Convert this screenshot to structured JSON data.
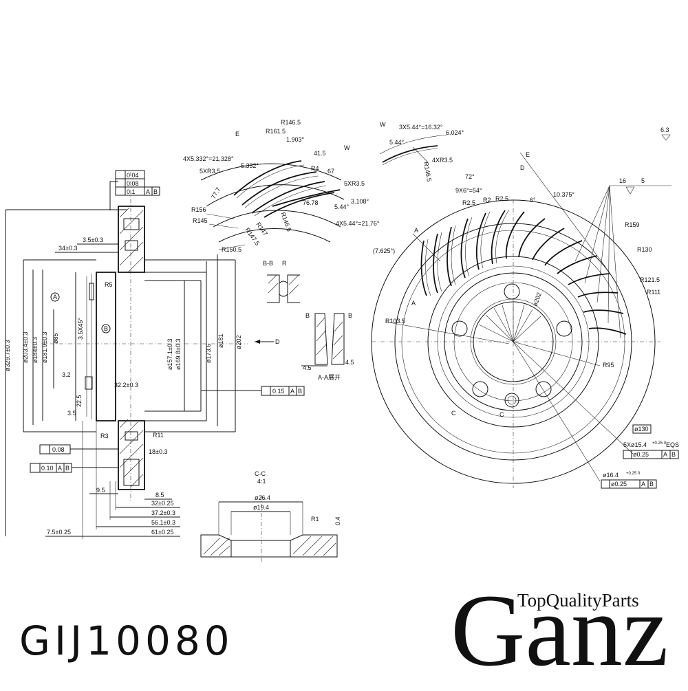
{
  "part_number": "GIJ10080",
  "brand": {
    "tagline": "TopQualityParts",
    "name": "Ganz"
  },
  "section_view": {
    "tolerances": [
      "0.04",
      "0.08",
      "0.1",
      "A",
      "B"
    ],
    "dims_left": [
      "ø329.7±0.3",
      "ø203.4±0.3",
      "ø184±0.3",
      "ø181.9±0.3",
      "ø85"
    ],
    "dims_center": [
      "ø157.1±0.3",
      "ø169.8±0.3",
      "ø173.6",
      "ø181",
      "ø202"
    ],
    "dims_top": [
      "3.5±0.3",
      "34±0.3"
    ],
    "labels": [
      "A",
      "B",
      "D",
      "R5",
      "R3",
      "R11",
      "3.5X45°",
      "3.2",
      "32.2±0.3",
      "22.5",
      "3.5",
      "18±0.3"
    ],
    "runout": {
      "value": "0.15",
      "refs": [
        "A",
        "B"
      ]
    },
    "flatness": "0.08",
    "parallel": {
      "value": "0.10",
      "refs": [
        "A",
        "B"
      ]
    },
    "bottom_dims": [
      "9.5",
      "8.5",
      "32±0.25",
      "37.2±0.3",
      "56.1±0.3",
      "61±0.25",
      "7.5±0.25"
    ]
  },
  "detail_e": {
    "labels": [
      "E",
      "R146.5",
      "R161.5",
      "1.903°",
      "41.5",
      "W",
      "4X5.332°=21.328°",
      "5.332°",
      "5XR3.5",
      "R4",
      "67",
      "5XR3.5",
      "77.7",
      "3.108°",
      "76.78",
      "5.44°",
      "4X5.44°=21.76°",
      "R156",
      "R145",
      "R147",
      "R147.5",
      "R146.5",
      "R150.5"
    ]
  },
  "detail_w": {
    "labels": [
      "W",
      "3X5.44°=16.32°",
      "6.024°",
      "5.44°",
      "4XR3.5",
      "R146.5"
    ]
  },
  "section_bb": {
    "title": "B-B",
    "labels": [
      "R"
    ]
  },
  "section_aa": {
    "title": "A-A展开",
    "labels": [
      "B",
      "B",
      "4.5",
      "4.5"
    ]
  },
  "section_cc": {
    "title": "C-C",
    "scale": "4:1",
    "labels": [
      "ø26.4",
      "ø19.4",
      "R1",
      "0.4"
    ]
  },
  "front_view": {
    "labels": [
      "E",
      "D",
      "72°",
      "9X6°=54°",
      "10.375°",
      "R2.5",
      "R2",
      "R2.5",
      "6°",
      "A",
      "A",
      "(7.625°)",
      "R159",
      "R130",
      "R121.5",
      "R111",
      "R103.5",
      "R95",
      "ø202",
      "C",
      "C",
      "16",
      "5",
      "6.3"
    ],
    "bolt_holes": {
      "text": "5Xø15.4",
      "tol": "+0.25 0",
      "eqs": "EQS",
      "position": "ø0.25",
      "refs": [
        "A",
        "B"
      ]
    },
    "center_hole": {
      "text": "ø16.4",
      "tol": "+0.25 0",
      "position": "ø0.25",
      "refs": [
        "A",
        "B"
      ]
    },
    "pcd": "ø130"
  }
}
